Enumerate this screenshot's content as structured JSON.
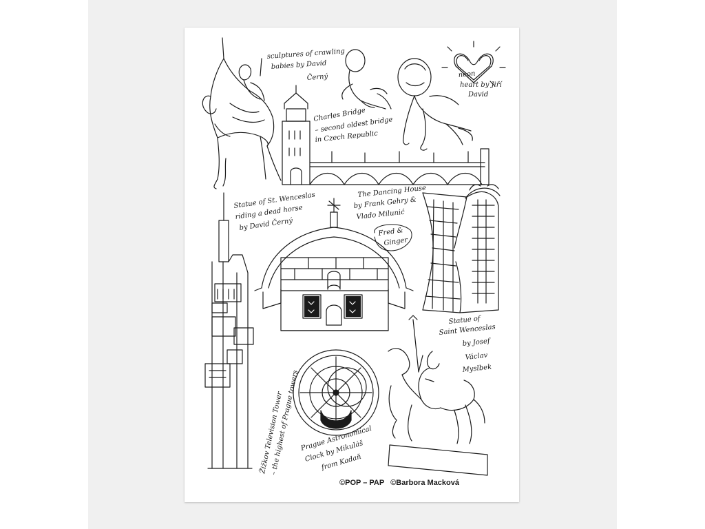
{
  "poster": {
    "captions": {
      "babies_1": "sculptures of crawling",
      "babies_2": "babies by David",
      "babies_3": "Černý",
      "heart_1": "neon",
      "heart_2": "heart by Jiří",
      "heart_3": "David",
      "bridge_1": "Charles Bridge",
      "bridge_2": "– second oldest bridge",
      "bridge_3": "in Czech Republic",
      "horse_1": "Statue of St. Wenceslas",
      "horse_2": "riding a dead horse",
      "horse_3": "by David Černý",
      "dancing_1": "The Dancing House",
      "dancing_2": "by Frank Gehry &",
      "dancing_3": "Vlado Milunić",
      "dancing_4": "Fred &",
      "dancing_5": "Ginger",
      "statue_1": "Statue of",
      "statue_2": "Saint Wenceslas",
      "statue_3": "by Josef",
      "statue_4": "Václav",
      "statue_5": "Myslbek",
      "tower_1": "Žižkov Television Tower",
      "tower_2": "– the highest of Prague towers",
      "clock_1": "Prague Astronomical",
      "clock_2": "Clock by Mikuláš",
      "clock_3": "from Kadaň"
    },
    "credits": {
      "left": "©POP – PAP",
      "right": "©Barbora Macková"
    }
  }
}
